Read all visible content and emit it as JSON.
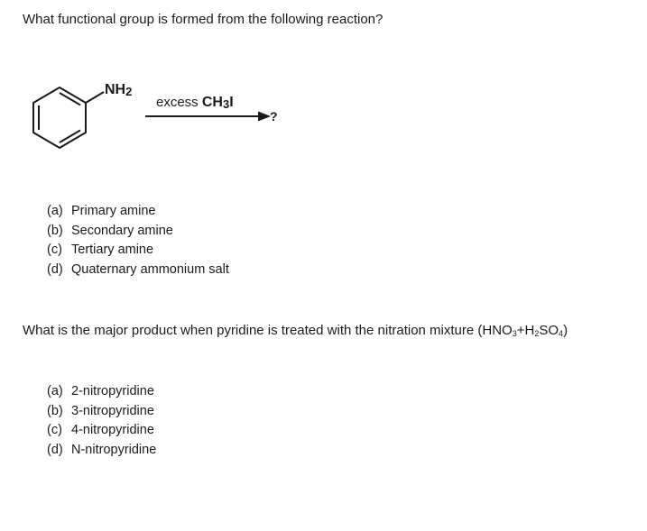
{
  "question1": {
    "text": "What functional group is formed from the following reaction?",
    "scheme": {
      "substituent": "NH",
      "substituent_subscript": "2",
      "reagent_prefix": "excess ",
      "reagent_formula": "CH",
      "reagent_subscript": "3",
      "reagent_suffix": "I",
      "product": "?"
    },
    "choices": [
      {
        "letter": "(a)",
        "text": "Primary amine"
      },
      {
        "letter": "(b)",
        "text": "Secondary amine"
      },
      {
        "letter": "(c)",
        "text": "Tertiary amine"
      },
      {
        "letter": "(d)",
        "text": "Quaternary ammonium salt"
      }
    ]
  },
  "question2": {
    "text_before": "What is the major product when pyridine is treated with the nitration mixture (HNO",
    "sub1": "3",
    "text_mid": "+H",
    "sub2": "2",
    "text_mid2": "SO",
    "sub3": "4",
    "text_after": ")",
    "choices": [
      {
        "letter": "(a)",
        "text": "2-nitropyridine"
      },
      {
        "letter": "(b)",
        "text": "3-nitropyridine"
      },
      {
        "letter": "(c)",
        "text": "4-nitropyridine"
      },
      {
        "letter": "(d)",
        "text": "N-nitropyridine"
      }
    ]
  }
}
